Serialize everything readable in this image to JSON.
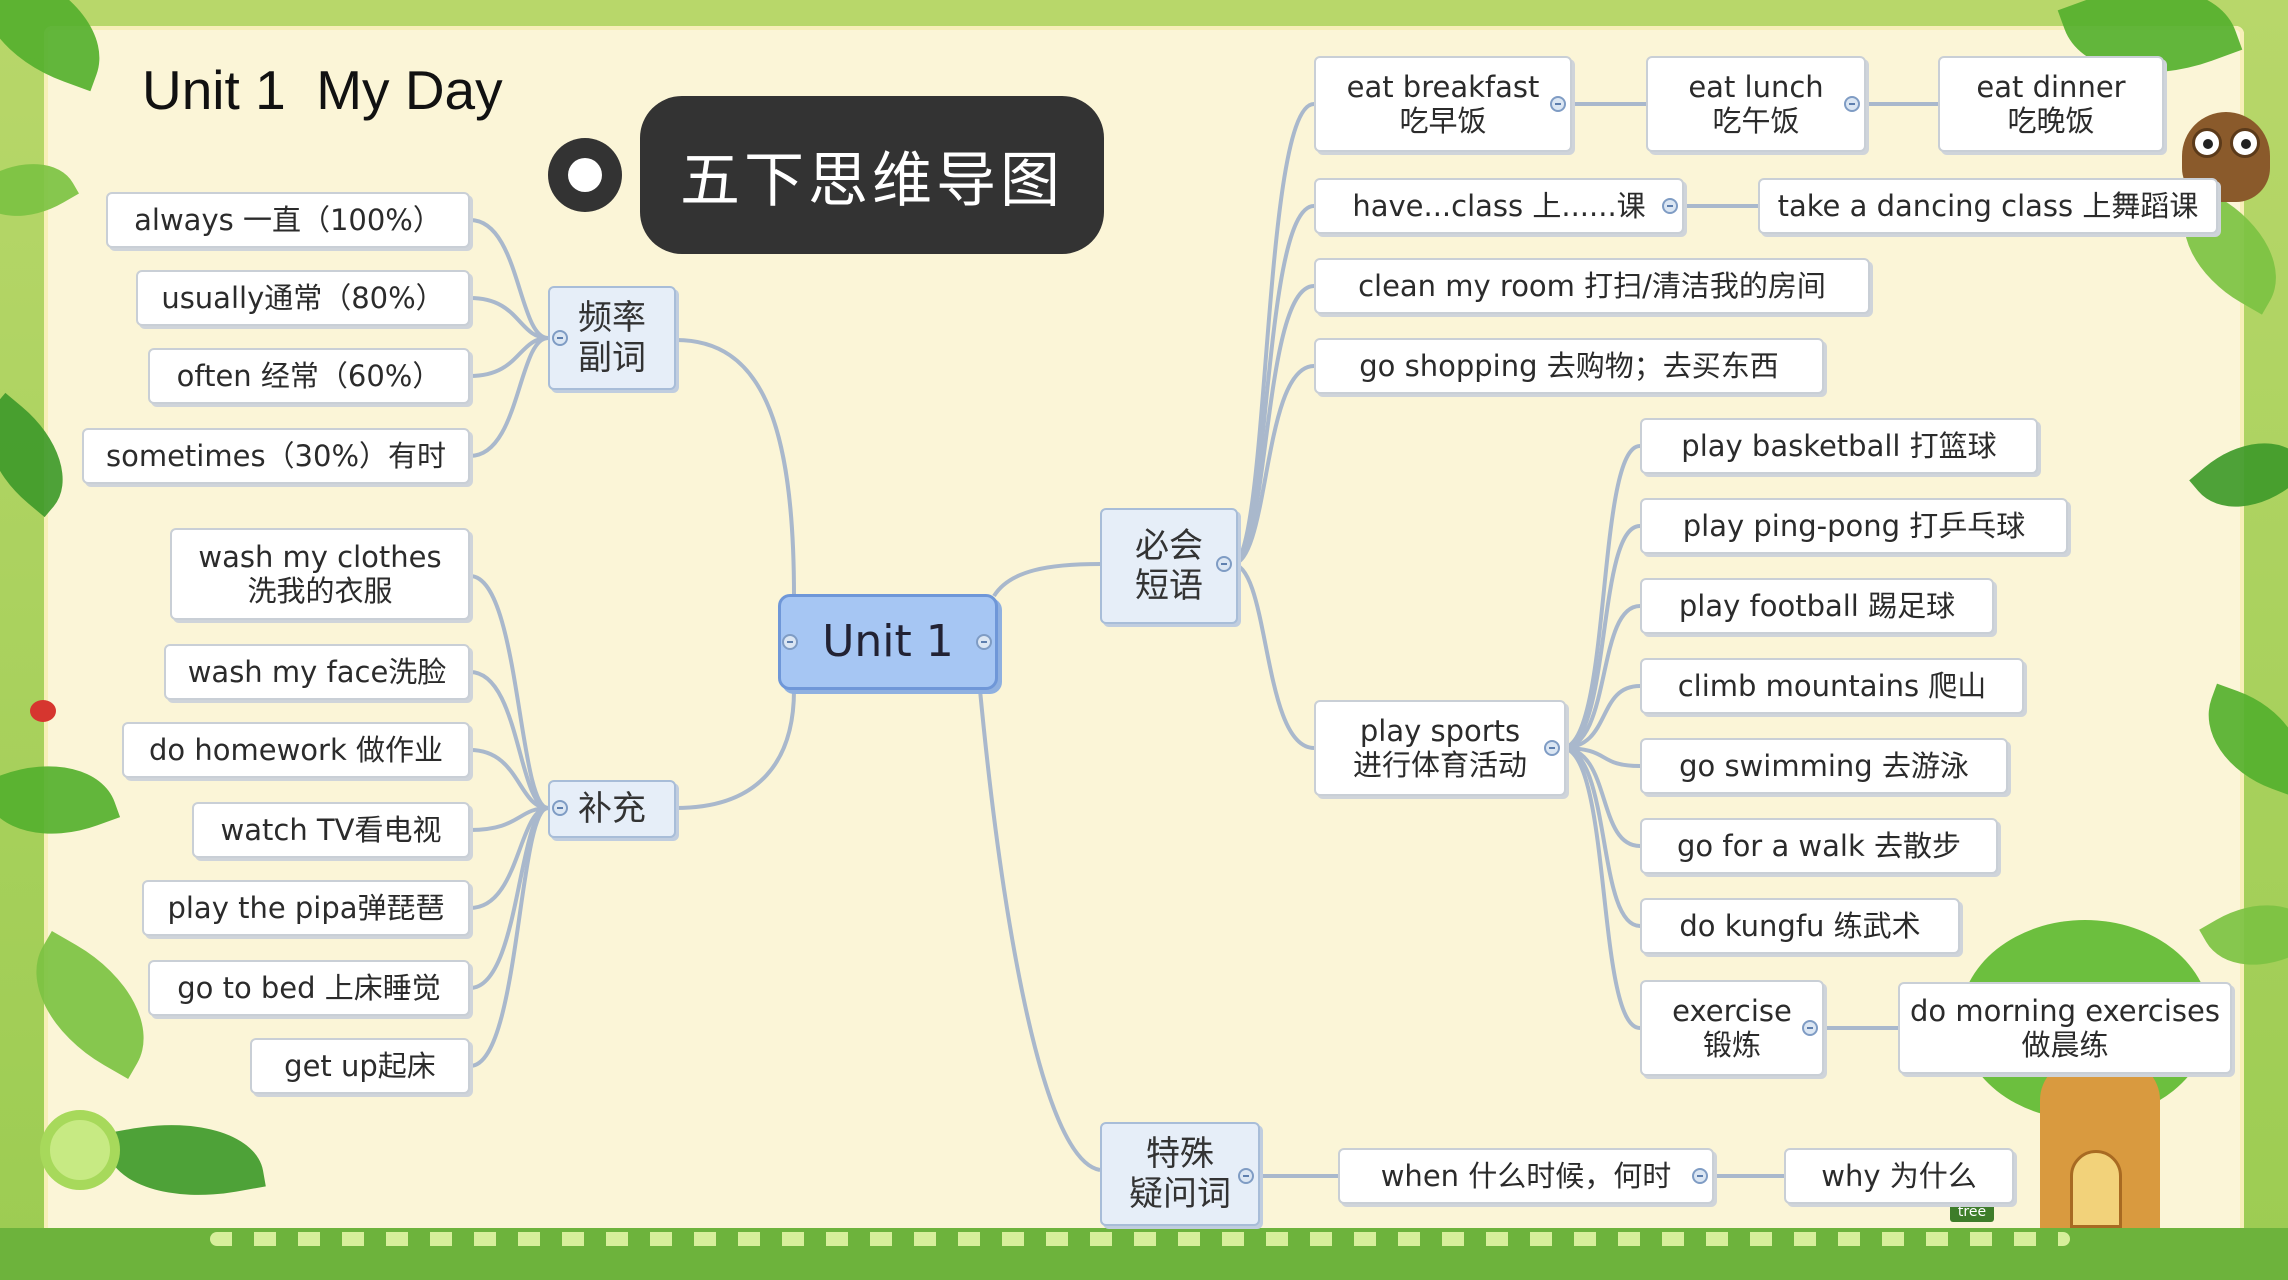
{
  "header": {
    "title": "Unit 1  My Day",
    "badge": "五下思维导图"
  },
  "mindmap": {
    "root": "Unit 1",
    "branches": {
      "frequency": {
        "label_l1": "频率",
        "label_l2": "副词",
        "items": [
          "always  一直（100%）",
          "usually通常（80%）",
          "often 经常（60%）",
          "sometimes（30%）有时"
        ]
      },
      "supplement": {
        "label": "补充",
        "items": [
          {
            "l1": "wash my clothes",
            "l2": "洗我的衣服"
          },
          {
            "l1": "wash my face洗脸"
          },
          {
            "l1": "do homework 做作业"
          },
          {
            "l1": "watch TV看电视"
          },
          {
            "l1": "play the pipa弹琵琶"
          },
          {
            "l1": "go to bed 上床睡觉"
          },
          {
            "l1": "get  up起床"
          }
        ]
      },
      "phrases": {
        "label_l1": "必会",
        "label_l2": "短语",
        "meals": [
          {
            "l1": "eat breakfast",
            "l2": "吃早饭"
          },
          {
            "l1": "eat  lunch",
            "l2": "吃午饭"
          },
          {
            "l1": "eat dinner",
            "l2": "吃晚饭"
          }
        ],
        "have_class": "have...class 上......课",
        "dancing_class": "take a dancing class 上舞蹈课",
        "clean_room": "clean my room 打扫/清洁我的房间",
        "go_shopping": "go shopping 去购物；去买东西",
        "play_sports": {
          "l1": "play sports",
          "l2": "进行体育活动",
          "items": [
            "play  basketball 打篮球",
            "play ping-pong 打乒乓球",
            "play football 踢足球",
            "climb mountains 爬山",
            "go swimming 去游泳",
            "go for a walk 去散步",
            "do kungfu 练武术"
          ],
          "exercise": {
            "l1": "exercise",
            "l2": "锻炼"
          },
          "morning": {
            "l1": "do morning exercises",
            "l2": "做晨练"
          }
        }
      },
      "question_words": {
        "label_l1": "特殊",
        "label_l2": "疑问词",
        "when": "when 什么时候，何时",
        "why": "why 为什么"
      }
    }
  },
  "decor": {
    "sign_text": "tree"
  }
}
